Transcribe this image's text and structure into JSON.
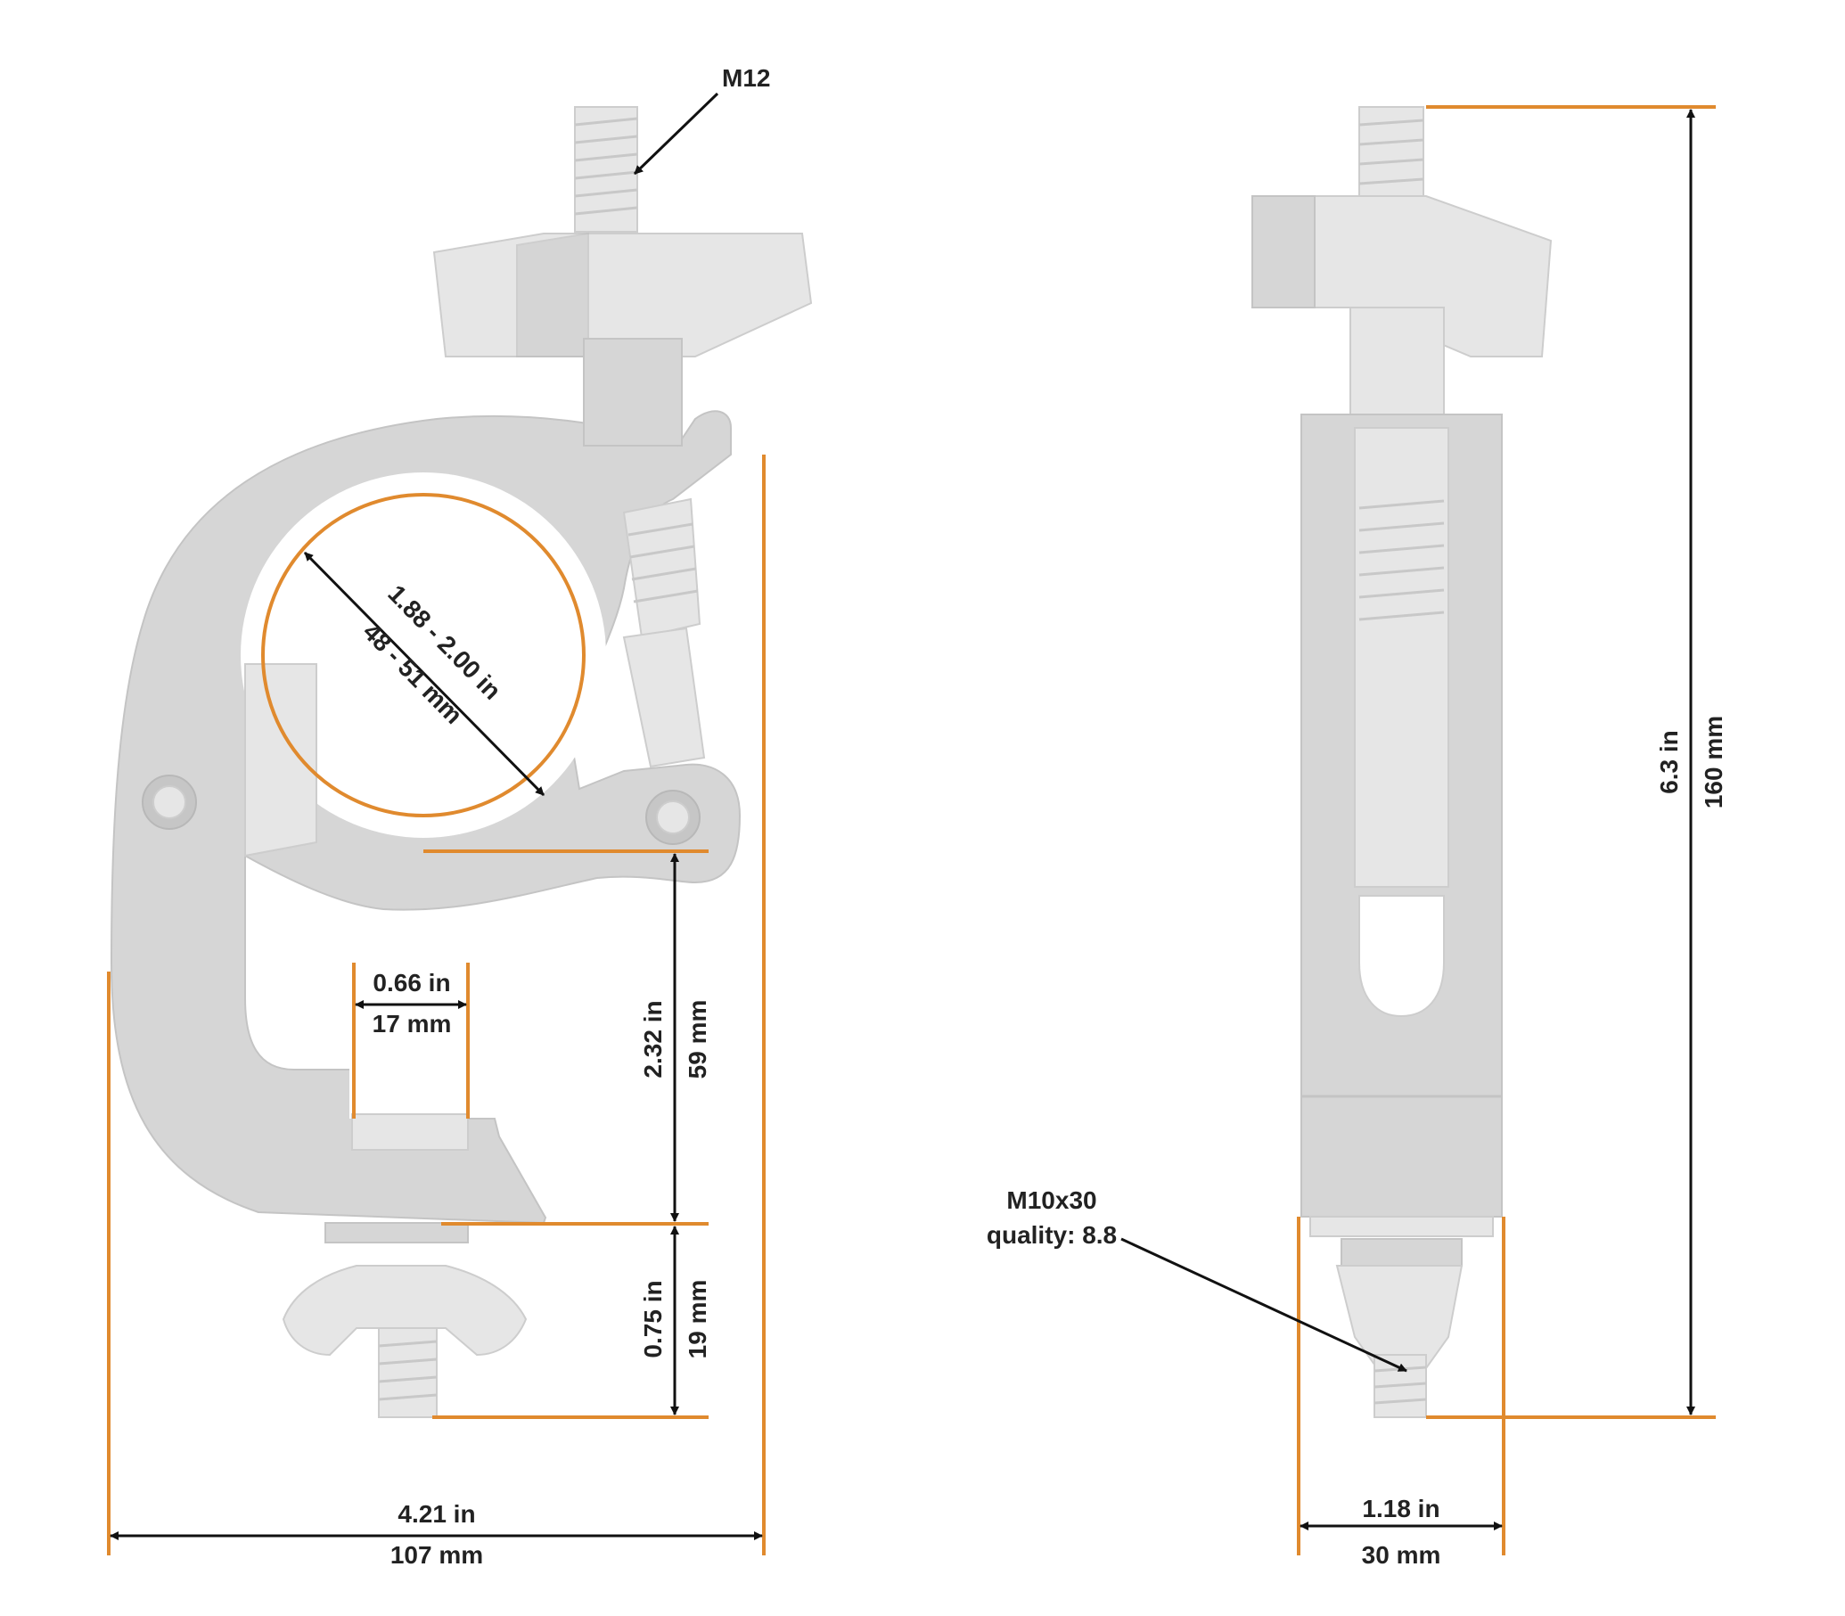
{
  "colors": {
    "dimension_line": "#e08a2e",
    "arrow": "#111111",
    "metal": "#d6d6d6",
    "text": "#222222"
  },
  "front_view": {
    "bolt_callout": "M12",
    "tube_diameter": {
      "imperial": "1.88 - 2.00 in",
      "metric": "48 - 51 mm"
    },
    "slot_width": {
      "imperial": "0.66 in",
      "metric": "17 mm"
    },
    "jaw_height": {
      "imperial": "2.32 in",
      "metric": "59 mm"
    },
    "bolt_protrusion": {
      "imperial": "0.75 in",
      "metric": "19 mm"
    },
    "overall_width": {
      "imperial": "4.21 in",
      "metric": "107 mm"
    }
  },
  "side_view": {
    "overall_height": {
      "imperial": "6.3 in",
      "metric": "160 mm"
    },
    "bolt_callout_line1": "M10x30",
    "bolt_callout_line2": "quality: 8.8",
    "overall_depth": {
      "imperial": "1.18 in",
      "metric": "30 mm"
    }
  }
}
